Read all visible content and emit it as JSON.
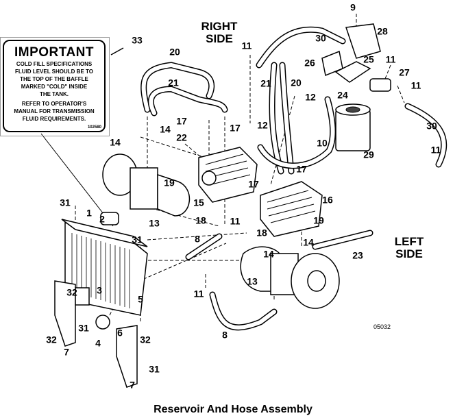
{
  "title": "Reservoir And Hose Assembly",
  "drawing_number": "05032",
  "side_labels": {
    "right": [
      "RIGHT",
      "SIDE"
    ],
    "left": [
      "LEFT",
      "SIDE"
    ]
  },
  "important_sign": {
    "heading": "IMPORTANT",
    "lines": [
      "COLD FILL SPECIFICATIONS",
      "FLUID LEVEL SHOULD BE TO",
      "THE TOP OF THE BAFFLE",
      "MARKED \"COLD\" INSIDE",
      "THE TANK."
    ],
    "lines2": [
      "REFER TO OPERATOR'S",
      "MANUAL FOR TRANSMISSION",
      "FLUID REQUIREMENTS."
    ],
    "code": "102580"
  },
  "callouts": [
    "33",
    "20",
    "21",
    "30",
    "9",
    "28",
    "11",
    "26",
    "25",
    "11",
    "27",
    "21",
    "20",
    "12",
    "24",
    "11",
    "30",
    "17",
    "17",
    "12",
    "14",
    "14",
    "22",
    "10",
    "29",
    "11",
    "19",
    "15",
    "17",
    "17",
    "16",
    "13",
    "31",
    "1",
    "2",
    "18",
    "11",
    "19",
    "18",
    "14",
    "8",
    "31",
    "14",
    "23",
    "3",
    "32",
    "13",
    "11",
    "5",
    "31",
    "6",
    "4",
    "32",
    "32",
    "8",
    "7",
    "31",
    "7"
  ]
}
